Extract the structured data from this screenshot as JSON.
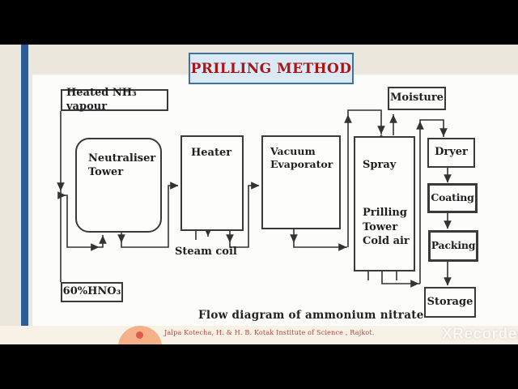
{
  "window": {
    "watermark": "XRecorder"
  },
  "slide": {
    "title": "PRILLING METHOD",
    "caption": "Flow diagram of ammonium nitrate",
    "footer_credit": "Jalpa Kotecha, H. & H. B. Kotak Institute of Science , Rajkot."
  },
  "diagram": {
    "boxes": {
      "heated_nh3": "Heated NH₃ vapour",
      "neutraliser": "Neutraliser\nTower",
      "heater": "Heater",
      "vacuum_evaporator": "Vacuum\nEvaporator",
      "spray": "Spray",
      "prilling_tower": "Prilling\nTower\nCold air",
      "moisture": "Moisture",
      "dryer": "Dryer",
      "coating": "Coating",
      "packing": "Packing",
      "storage": "Storage",
      "hno3": "60%HNO₃",
      "steam_coil": "Steam coil"
    }
  },
  "colors": {
    "title_text": "#a81616",
    "title_bg": "#d9eaf6",
    "title_border": "#3f739d",
    "flow_line": "#333333",
    "accent_bar": "#2d5d94",
    "footer_text": "#b8453a",
    "logo_circle": "#f5b289",
    "logo_dot": "#e2574d",
    "slide_bg": "#ece7dd",
    "panel_bg": "#fcfcfa",
    "footer_bg": "#f8f1e6"
  }
}
